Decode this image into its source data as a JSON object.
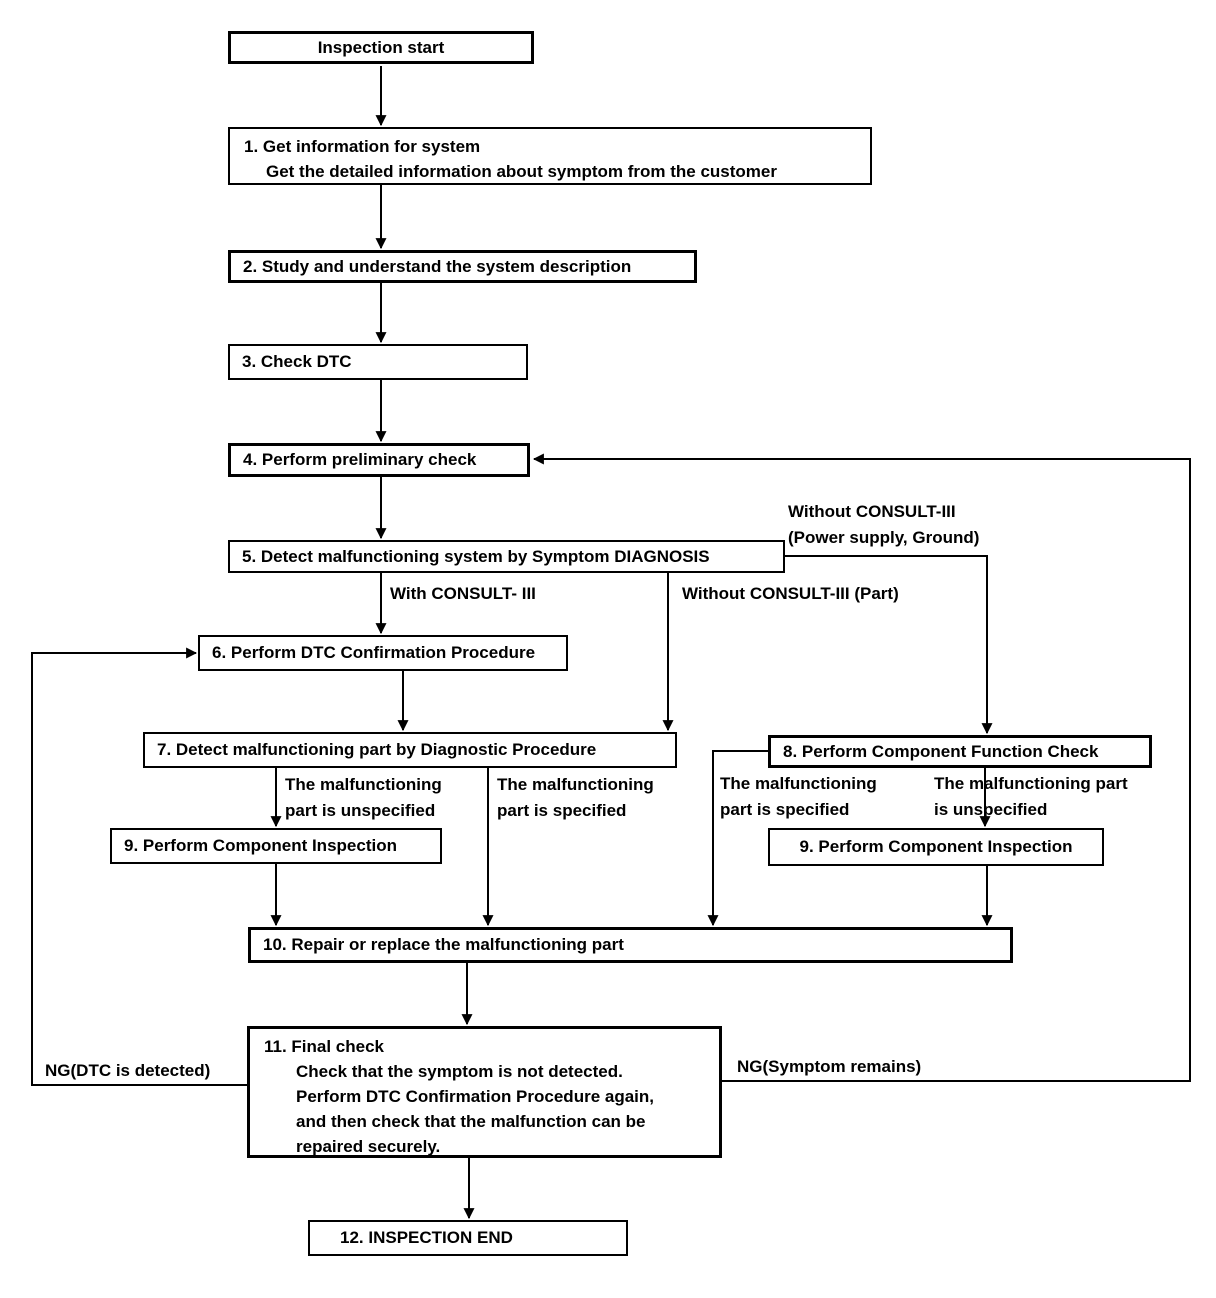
{
  "diagram": {
    "colors": {
      "line": "#000000",
      "background": "#ffffff",
      "text": "#000000"
    },
    "boxes": {
      "start": {
        "label": "Inspection start"
      },
      "b1": {
        "lines": [
          "1. Get information for system",
          "Get the detailed information about symptom from the customer"
        ]
      },
      "b2": {
        "label": "2. Study and understand the system description"
      },
      "b3": {
        "label": "3. Check DTC"
      },
      "b4": {
        "label": "4. Perform preliminary check"
      },
      "b5": {
        "label": "5. Detect malfunctioning system by Symptom DIAGNOSIS"
      },
      "b6": {
        "label": "6. Perform DTC Confirmation Procedure"
      },
      "b7": {
        "label": "7. Detect malfunctioning part by Diagnostic Procedure"
      },
      "b8": {
        "label": "8. Perform Component Function Check"
      },
      "b9_left": {
        "label": "9. Perform Component Inspection"
      },
      "b9_right": {
        "label": "9. Perform Component Inspection"
      },
      "b10": {
        "label": "10. Repair or replace the malfunctioning part"
      },
      "b11": {
        "lines": [
          "11. Final check",
          "Check that the symptom is not detected.",
          "Perform DTC Confirmation Procedure again,",
          "and then check that the malfunction can be",
          "repaired securely."
        ]
      },
      "b12": {
        "label": "12. INSPECTION END"
      }
    },
    "branch_labels": {
      "without_consult_power": {
        "lines": [
          "Without CONSULT-III",
          "(Power supply, Ground)"
        ]
      },
      "with_consult": "With CONSULT- III",
      "without_consult_part": "Without CONSULT-III (Part)",
      "b7_unspecified": {
        "lines": [
          "The malfunctioning",
          "part is unspecified"
        ]
      },
      "b7_specified": {
        "lines": [
          "The malfunctioning",
          "part is specified"
        ]
      },
      "b8_specified": {
        "lines": [
          "The malfunctioning",
          "part is specified"
        ]
      },
      "b8_unspecified": {
        "lines": [
          "The malfunctioning part",
          "is unspecified"
        ]
      },
      "ng_dtc": "NG(DTC is detected)",
      "ng_symptom": "NG(Symptom remains)"
    }
  }
}
